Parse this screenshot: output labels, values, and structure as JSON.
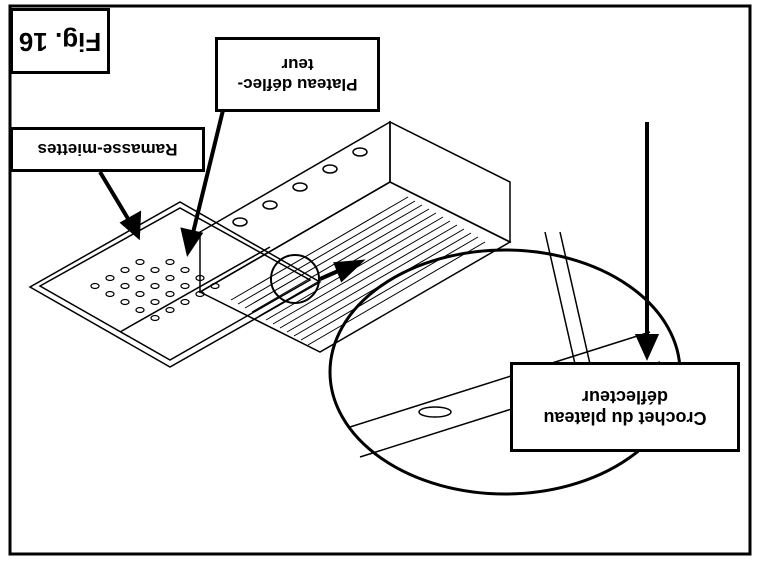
{
  "figure": {
    "fig_label": "Fig. 16",
    "callouts": {
      "crumb_tray": "Ramasse-miettes",
      "deflector_tray_line1": "Plateau déflec-",
      "deflector_tray_line2": "teur",
      "hook_line1": "Crochet du plateau",
      "hook_line2": "déflecteur"
    }
  },
  "colors": {
    "ink": "#000000",
    "paper": "#ffffff"
  }
}
